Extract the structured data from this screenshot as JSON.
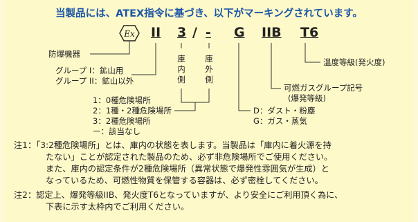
{
  "title": "当製品には、ATEX指令に基づき、以下がマーキングされています。",
  "marking": {
    "ex_symbol": "Ex",
    "group": "II",
    "category": "3",
    "slash": "/",
    "dash": "-",
    "atmosphere": "G",
    "gas_group": "IIB",
    "temp_class": "T6"
  },
  "labels": {
    "explosion_proof": "防爆機器",
    "group_i": "グループ I：鉱山用",
    "group_ii": "グループ II：鉱山以外",
    "inside_box": [
      "庫",
      "内",
      "側"
    ],
    "outside_box": [
      "庫",
      "外",
      "側"
    ],
    "zone_1": "1：0種危険場所",
    "zone_2": "2：1種・2種危険場所",
    "zone_3": "3：2種危険場所",
    "zone_none": "ー：該当なし",
    "dust": "D：ダスト・粉塵",
    "gas": "G：ガス・蒸気",
    "gas_group_label": "可燃ガスグループ記号",
    "gas_group_sub": "(爆発等級)",
    "temp_label": "温度等級(発火度)"
  },
  "notes": {
    "note1_l1": "注1：「3:2種危険場所」とは、庫内の状態を表します。当製品は「庫内に着火源を持",
    "note1_l2": "たない」ことが認定された製品のため、必ず非危険場所でご使用ください。",
    "note1_l3": "また、庫内の認定条件が2種危険場所（異常状態で爆発性雰囲気が生成）と",
    "note1_l4": "なっているため、可燃性物質を保管する容器は、必ず密栓してください。",
    "note2_l1": "注2：認定上、爆発等級IIB、発火度T6となっていますが、より安全にご利用頂く為に、",
    "note2_l2": "下表に示す太枠内でご利用ください。"
  }
}
